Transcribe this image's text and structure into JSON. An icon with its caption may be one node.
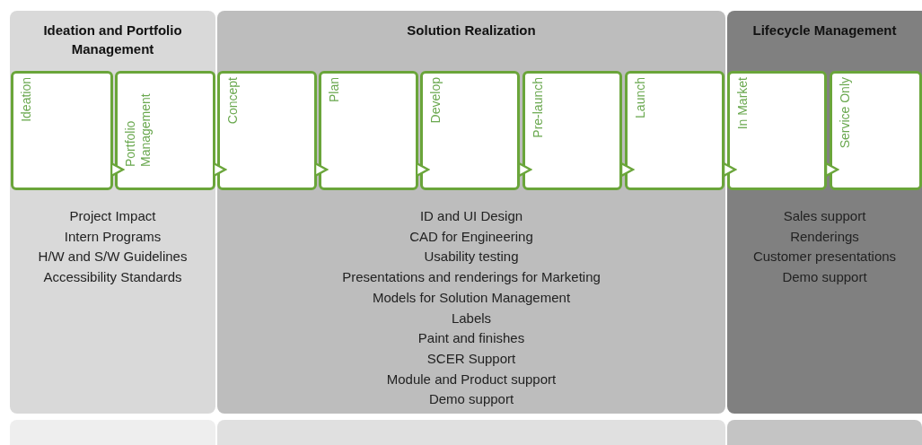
{
  "diagram": {
    "nodes": [
      {
        "text": [
          "Ideation and Portfolio Management",
          "Project Impact",
          "Intern Programs",
          "H/W and S/W Guidelines",
          "Accessibility Standards"
        ]
      },
      {
        "text": [
          "Ideation"
        ],
        "in": 0
      },
      {
        "text": [
          "Portfolio Management"
        ],
        "in": 0
      },
      {
        "text": [
          "Solution Realization",
          "ID and UI Design",
          "CAD for Engineering",
          "Usability testing",
          "Presentations and renderings for Marketing",
          "Models for Solution Management",
          "Labels",
          "Paint and finishes",
          "SCER Support",
          "Module and Product support",
          "Demo support"
        ]
      },
      {
        "text": [
          "Concept"
        ],
        "in": 3
      },
      {
        "text": [
          "Plan"
        ],
        "in": 3
      },
      {
        "text": [
          "Develop"
        ],
        "in": 3
      },
      {
        "text": [
          "Pre-launch"
        ],
        "in": 3
      },
      {
        "text": [
          "Launch"
        ],
        "in": 3
      },
      {
        "text": [
          "Lifecycle Management",
          "Sales support",
          "Renderings",
          "Customer presentations",
          "Demo support"
        ]
      },
      {
        "text": [
          "In Market"
        ],
        "in": 9
      },
      {
        "text": [
          "Service Only"
        ],
        "in": 9
      },
      {
        "text": [],
        "shape": "box"
      },
      {
        "text": [],
        "shape": "box"
      },
      {
        "text": [],
        "shape": "box"
      }
    ],
    "edges": [
      {
        "from": 1,
        "to": 2,
        "arrow": "to"
      },
      {
        "from": 2,
        "to": 4,
        "arrow": "to"
      },
      {
        "from": 4,
        "to": 5,
        "arrow": "to"
      },
      {
        "from": 5,
        "to": 6,
        "arrow": "to"
      },
      {
        "from": 6,
        "to": 7,
        "arrow": "to"
      },
      {
        "from": 7,
        "to": 8,
        "arrow": "to"
      },
      {
        "from": 8,
        "to": 10,
        "arrow": "to"
      },
      {
        "from": 10,
        "to": 11,
        "arrow": "to"
      }
    ]
  }
}
